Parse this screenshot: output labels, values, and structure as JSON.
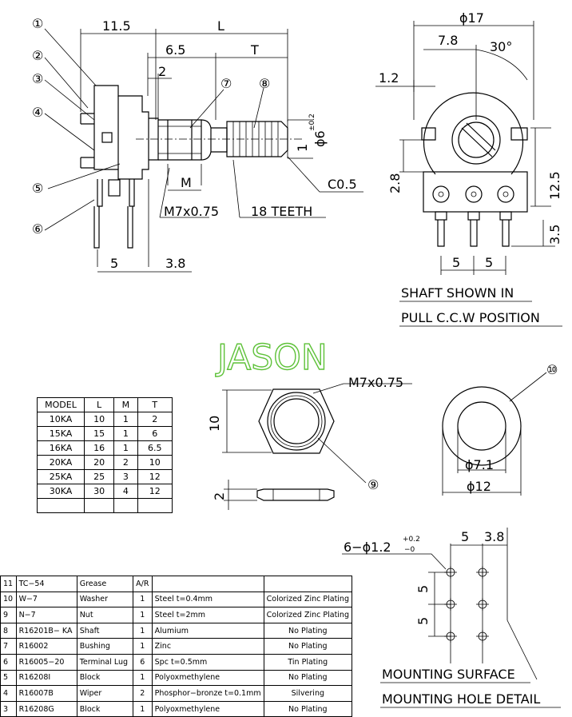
{
  "brand": "JASON",
  "side_view": {
    "dims": {
      "d11_5": "11.5",
      "L": "L",
      "d6_5": "6.5",
      "T": "T",
      "d2": "2",
      "M": "M",
      "d5": "5",
      "d3_8": "3.8",
      "phi6": "ϕ6",
      "tol": "±0.2",
      "d1": "1"
    },
    "labels": {
      "thread": "M7x0.75",
      "teeth": "18 TEETH",
      "chamfer": "C0.5"
    },
    "balloons": [
      "①",
      "②",
      "③",
      "④",
      "⑤",
      "⑥",
      "⑦",
      "⑧"
    ]
  },
  "front_view": {
    "dims": {
      "phi17": "ϕ17",
      "d7_8": "7.8",
      "angle": "30°",
      "d1_2": "1.2",
      "d2_8": "2.8",
      "d12_5": "12.5",
      "d3_5": "3.5",
      "d5a": "5",
      "d5b": "5"
    },
    "note_line1": "SHAFT SHOWN IN",
    "note_line2": "PULL C.C.W POSITION"
  },
  "nut_view": {
    "thread": "M7x0.75",
    "d10": "10",
    "d2": "2",
    "balloon": "⑨"
  },
  "washer_view": {
    "phi7_1": "ϕ7.1",
    "phi12": "ϕ12",
    "balloon": "⑩"
  },
  "mounting": {
    "holes": "6−ϕ1.2",
    "tol_up": "+0.2",
    "tol_down": "−0",
    "d5": "5",
    "d3_8": "3.8",
    "v5a": "5",
    "v5b": "5",
    "label_surface": "MOUNTING SURFACE",
    "label_detail": "MOUNTING HOLE DETAIL"
  },
  "model_table": {
    "headers": [
      "MODEL",
      "L",
      "M",
      "T"
    ],
    "rows": [
      [
        "10KA",
        "10",
        "1",
        "2"
      ],
      [
        "15KA",
        "15",
        "1",
        "6"
      ],
      [
        "16KA",
        "16",
        "1",
        "6.5"
      ],
      [
        "20KA",
        "20",
        "2",
        "10"
      ],
      [
        "25KA",
        "25",
        "3",
        "12"
      ],
      [
        "30KA",
        "30",
        "4",
        "12"
      ],
      [
        "",
        "",
        "",
        ""
      ]
    ]
  },
  "parts_table": {
    "rows": [
      [
        "11",
        "TC−54",
        "Grease",
        "A/R",
        "",
        ""
      ],
      [
        "10",
        "W−7",
        "Washer",
        "1",
        "Steel   t=0.4mm",
        "Colorized Zinc Plating"
      ],
      [
        "9",
        "N−7",
        "Nut",
        "1",
        "Steel   t=2mm",
        "Colorized Zinc Plating"
      ],
      [
        "8",
        "R16201B− KA",
        "Shaft",
        "1",
        "Alumium",
        "No Plating"
      ],
      [
        "7",
        "R16002",
        "Bushing",
        "1",
        "Zinc",
        "No Plating"
      ],
      [
        "6",
        "R16005−20",
        "Terminal Lug",
        "6",
        "Spc   t=0.5mm",
        "Tin Plating"
      ],
      [
        "5",
        "R16208I",
        "Block",
        "1",
        "Polyoxmethylene",
        "No Plating"
      ],
      [
        "4",
        "R16007B",
        "Wiper",
        "2",
        "Phosphor−bronze   t=0.1mm",
        "Silvering"
      ],
      [
        "3",
        "R16208G",
        "Block",
        "1",
        "Polyoxmethylene",
        "No Plating"
      ]
    ]
  }
}
